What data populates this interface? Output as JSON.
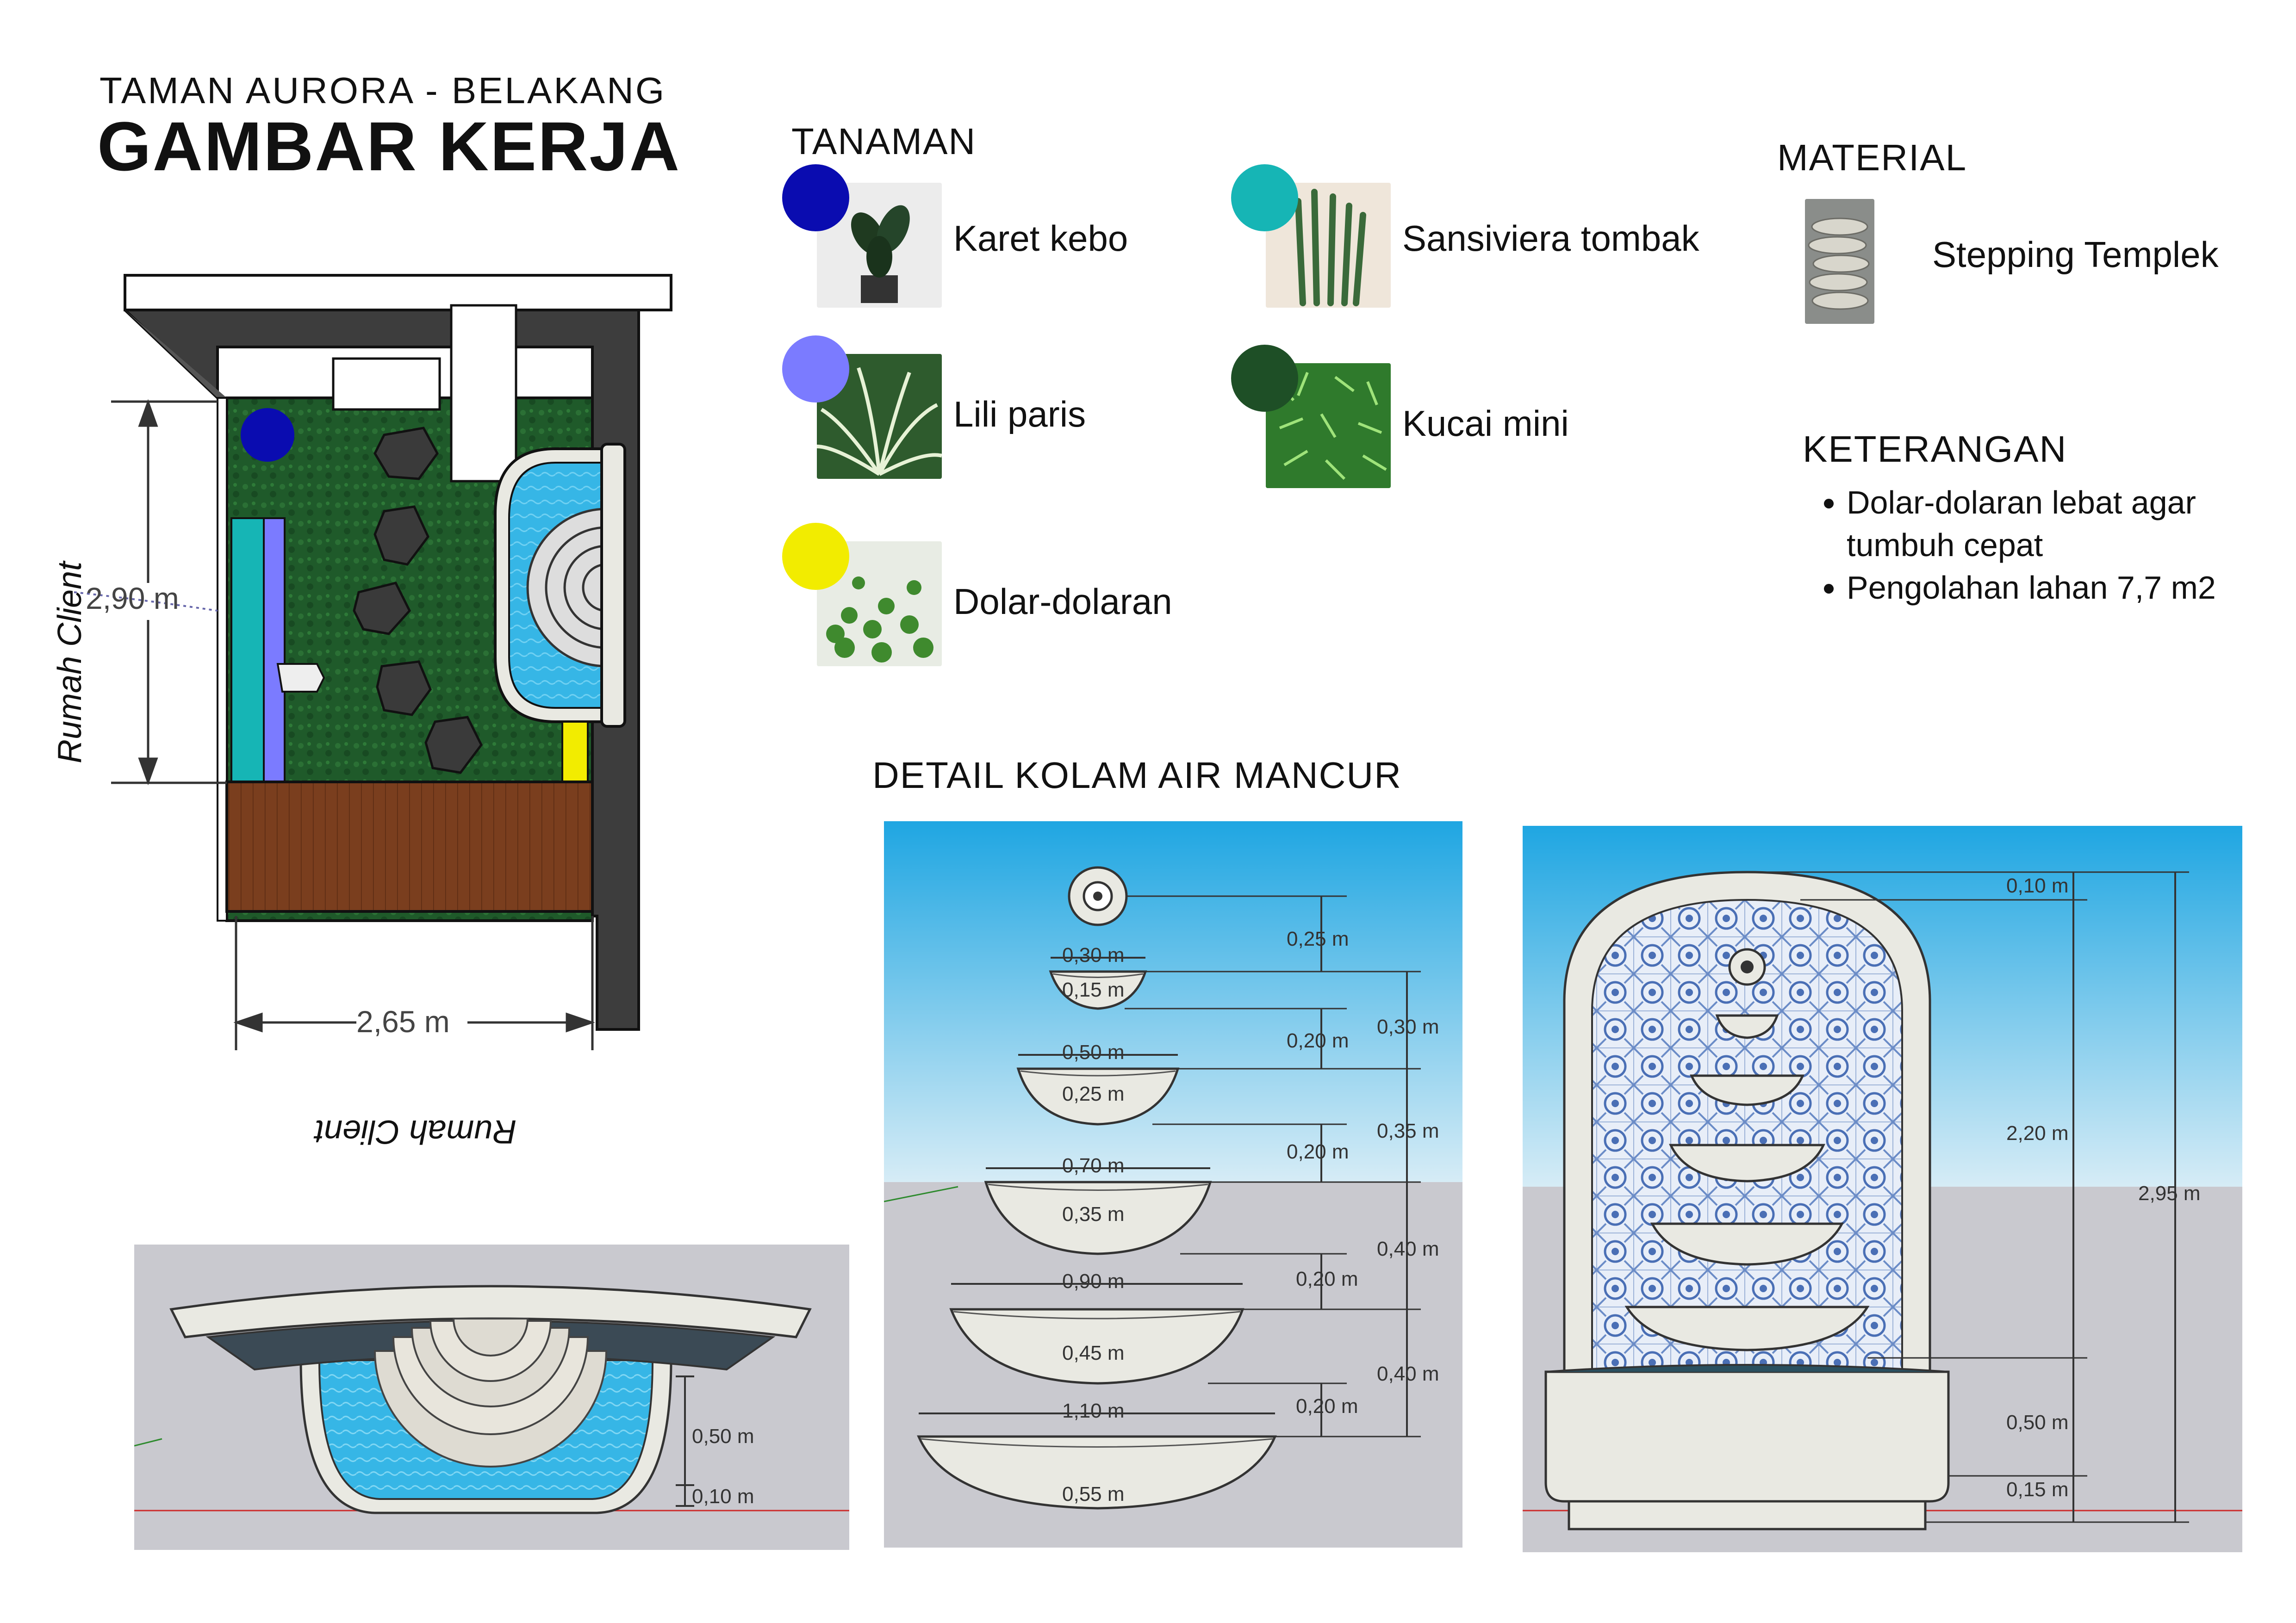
{
  "header": {
    "subtitle": "TAMAN AURORA - BELAKANG",
    "title": "GAMBAR KERJA"
  },
  "plan": {
    "side_label": "Rumah Client",
    "bottom_label": "Rumah Client",
    "dim_height": "2,90 m",
    "dim_width": "2,65 m"
  },
  "plants": {
    "heading": "TANAMAN",
    "items": [
      {
        "label": "Karet kebo",
        "color": "#0a0cb0"
      },
      {
        "label": "Lili paris",
        "color": "#7b7bff"
      },
      {
        "label": "Dolar-dolaran",
        "color": "#f2ec00"
      },
      {
        "label": "Sansiviera tombak",
        "color": "#16b5b5"
      },
      {
        "label": "Kucai mini",
        "color": "#1e4f26"
      }
    ]
  },
  "material": {
    "heading": "MATERIAL",
    "items": [
      {
        "label": "Stepping Templek"
      }
    ]
  },
  "notes": {
    "heading": "KETERANGAN",
    "items": [
      "Dolar-dolaran lebat agar tumbuh cepat",
      "Pengolahan lahan 7,7 m2"
    ]
  },
  "detail": {
    "heading": "DETAIL KOLAM AIR MANCUR",
    "front_dims": {
      "h1": "0,50 m",
      "h2": "0,10 m"
    },
    "bowls": {
      "widths": [
        "0,30 m",
        "0,50 m",
        "0,70 m",
        "0,90 m",
        "1,10 m"
      ],
      "depths": [
        "0,15 m",
        "0,25 m",
        "0,35 m",
        "0,45 m",
        "0,55 m"
      ],
      "gaps": [
        "0,25 m",
        "0,20 m",
        "0,20 m",
        "0,20 m",
        "0,20 m"
      ],
      "spacings": [
        "0,30 m",
        "0,35 m",
        "0,40 m",
        "0,40 m"
      ]
    },
    "elevation": {
      "top": "0,10 m",
      "mid": "2,20 m",
      "base": "0,50 m",
      "bottom": "0,15 m",
      "total": "2,95 m"
    }
  },
  "colors": {
    "grass": "#1f5a2a",
    "deck": "#7a3e1e",
    "water": "#36b6e6",
    "stone": "#e9e9e2",
    "sky_top": "#1fa6e2",
    "ground": "#c9c9cf"
  }
}
